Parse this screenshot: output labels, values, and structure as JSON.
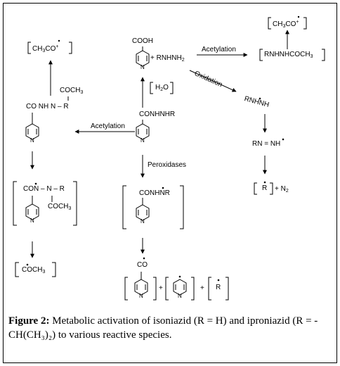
{
  "caption": {
    "figure_label": "Figure 2:",
    "text": "Metabolic activation of isoniazid (R = H) and iproniazid (R = - CH(CH₃)₂) to various reactive species."
  },
  "labels": {
    "cooh": "COOH",
    "plus_rnhnh2": "+ RNHNH",
    "sub2": "2",
    "h2o": "H",
    "h2o_sub": "2",
    "h2o_o": "O",
    "acetylation_top": "Acetylation",
    "oxidation": "Oxidation",
    "acetylation_mid": "Acetylation",
    "peroxidases": "Peroxidases",
    "ch3co_left_a": "CH",
    "ch3co_left_b": "3",
    "ch3co_left_c": "CO",
    "ch3co_right_a": "CH",
    "ch3co_right_b": "3",
    "ch3co_right_c": "CO",
    "rnhnhcoch3_a": "RNHNHCOCH",
    "rnhnhcoch3_b": "3",
    "rnhnh_radical": "RNHNH",
    "rn_nh": "RN = NH",
    "r_radical": "R",
    "plus_n2": "+ N",
    "n2_sub": "2",
    "conhnhr": "CONHNHR",
    "co_nh_n_r": "CO NH  N – R",
    "coch3_a": "COCH",
    "coch3_b": "3",
    "con_n_r": "CON – N – R",
    "coch3_2a": "COCH",
    "coch3_2b": "3",
    "coch3_rad_a": "COCH",
    "coch3_rad_b": "3",
    "conhnr": "CONHNR",
    "co": "CO",
    "plus1": "+",
    "plus2": "+",
    "r_small": "R",
    "n1": "N",
    "n2": "N",
    "n3": "N",
    "n4": "N",
    "n5": "N",
    "n6": "N",
    "n7": "N"
  }
}
